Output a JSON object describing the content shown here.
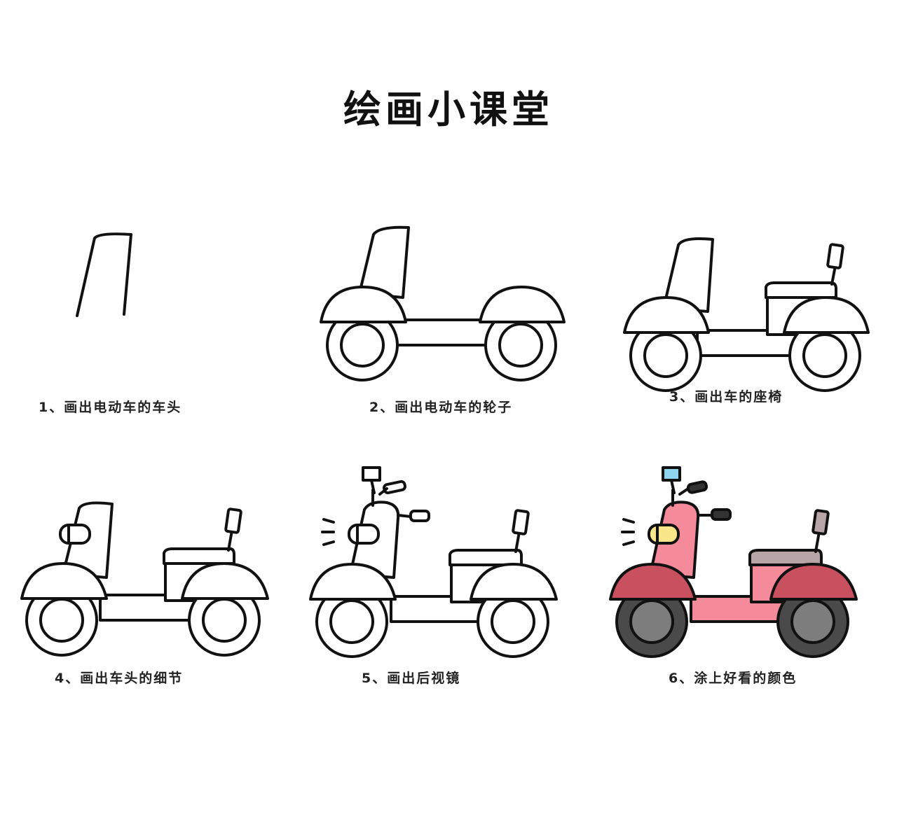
{
  "title": "绘画小课堂",
  "steps": [
    {
      "caption": "1、画出电动车的车头"
    },
    {
      "caption": "2、画出电动车的轮子"
    },
    {
      "caption": "3、画出车的座椅"
    },
    {
      "caption": "4、画出车头的细节"
    },
    {
      "caption": "5、画出后视镜"
    },
    {
      "caption": "6、涂上好看的颜色"
    }
  ],
  "colors": {
    "outline": "#111111",
    "body": "#f48a9a",
    "fender": "#c9505f",
    "seat": "#b8a5a8",
    "tire": "#4a4a4a",
    "hub": "#7d7d7d",
    "headlight": "#f9e58a",
    "mirror": "#8fd3ee",
    "handle": "#333333"
  }
}
